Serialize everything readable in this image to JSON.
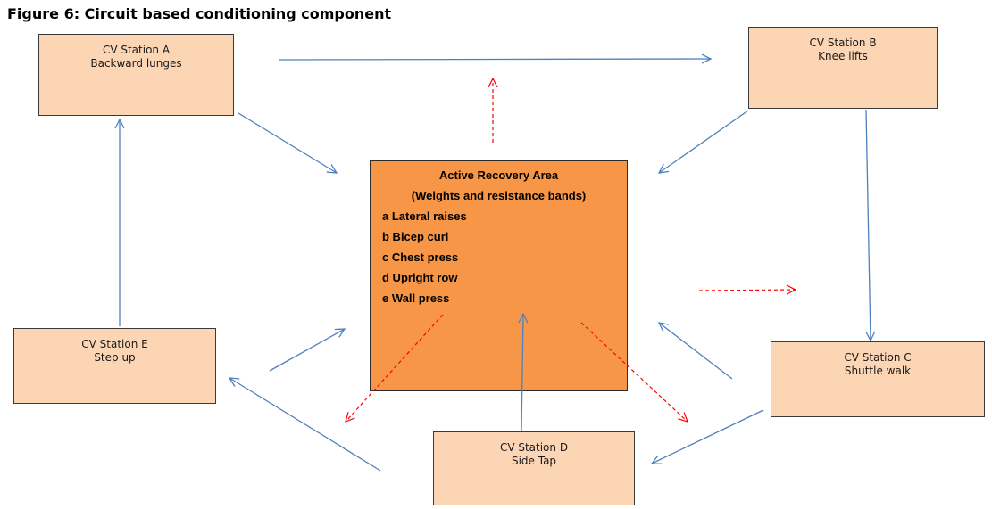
{
  "figure": {
    "title": "Figure 6: Circuit based conditioning component"
  },
  "stations": {
    "a": {
      "name": "CV Station A",
      "exercise": "Backward lunges"
    },
    "b": {
      "name": "CV Station B",
      "exercise": "Knee lifts"
    },
    "c": {
      "name": "CV Station C",
      "exercise": "Shuttle walk"
    },
    "d": {
      "name": "CV Station D",
      "exercise": "Side Tap"
    },
    "e": {
      "name": "CV Station E",
      "exercise": "Step up"
    }
  },
  "recovery": {
    "title": "Active Recovery Area",
    "subtitle": "(Weights and resistance bands)",
    "items": [
      "a Lateral raises",
      "b Bicep curl",
      "c Chest press",
      "d Upright row",
      "e Wall press"
    ]
  },
  "colors": {
    "station_fill": "#fcd5b5",
    "recovery_fill": "#f79646",
    "flow_arrow": "#4f81bd",
    "recovery_arrow": "#ff0000"
  }
}
